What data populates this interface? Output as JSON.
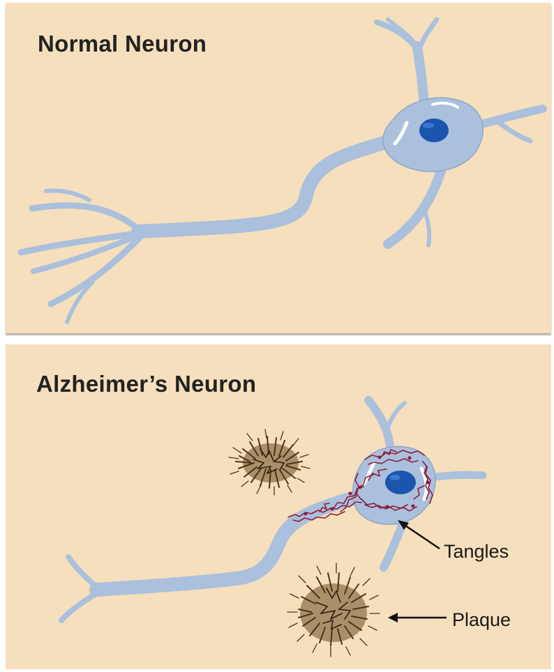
{
  "panels": {
    "normal": {
      "title": "Normal Neuron"
    },
    "alzheimers": {
      "title": "Alzheimer’s Neuron",
      "labels": {
        "tangles": "Tangles",
        "plaque": "Plaque"
      }
    }
  },
  "colors": {
    "background": "#f6dfbc",
    "neuron_body": "#aac0dc",
    "neuron_outline": "#8ea7c8",
    "nucleus": "#1b55ad",
    "tangles": "#8c1c3a",
    "plaque": "#4a3418"
  }
}
